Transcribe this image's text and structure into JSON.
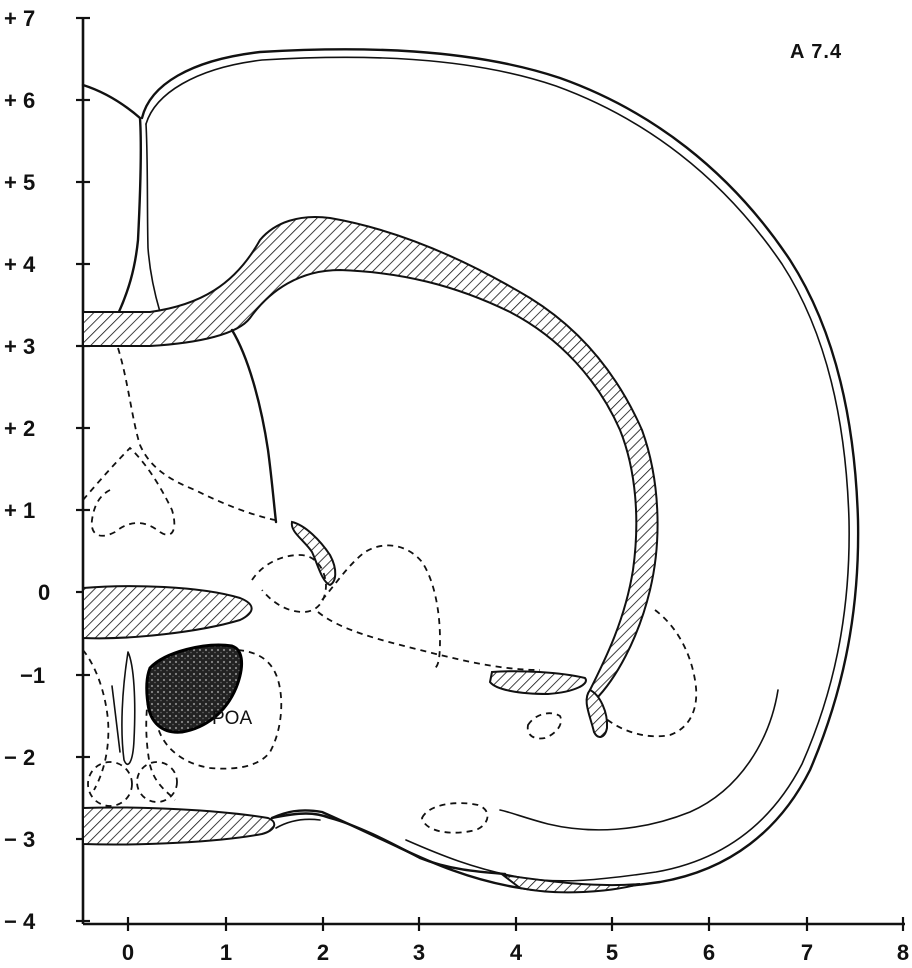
{
  "section_label": "A 7.4",
  "region_label": "POA",
  "y_axis": {
    "tick_labels": [
      "+ 7",
      "+ 6",
      "+ 5",
      "+ 4",
      "+ 3",
      "+ 2",
      "+ 1",
      "0",
      "−1",
      "− 2",
      "− 3",
      "− 4"
    ]
  },
  "x_axis": {
    "tick_labels": [
      "0",
      "1",
      "2",
      "3",
      "4",
      "5",
      "6",
      "7",
      "8"
    ]
  },
  "colors": {
    "ink": "#111111",
    "paper": "#ffffff"
  }
}
